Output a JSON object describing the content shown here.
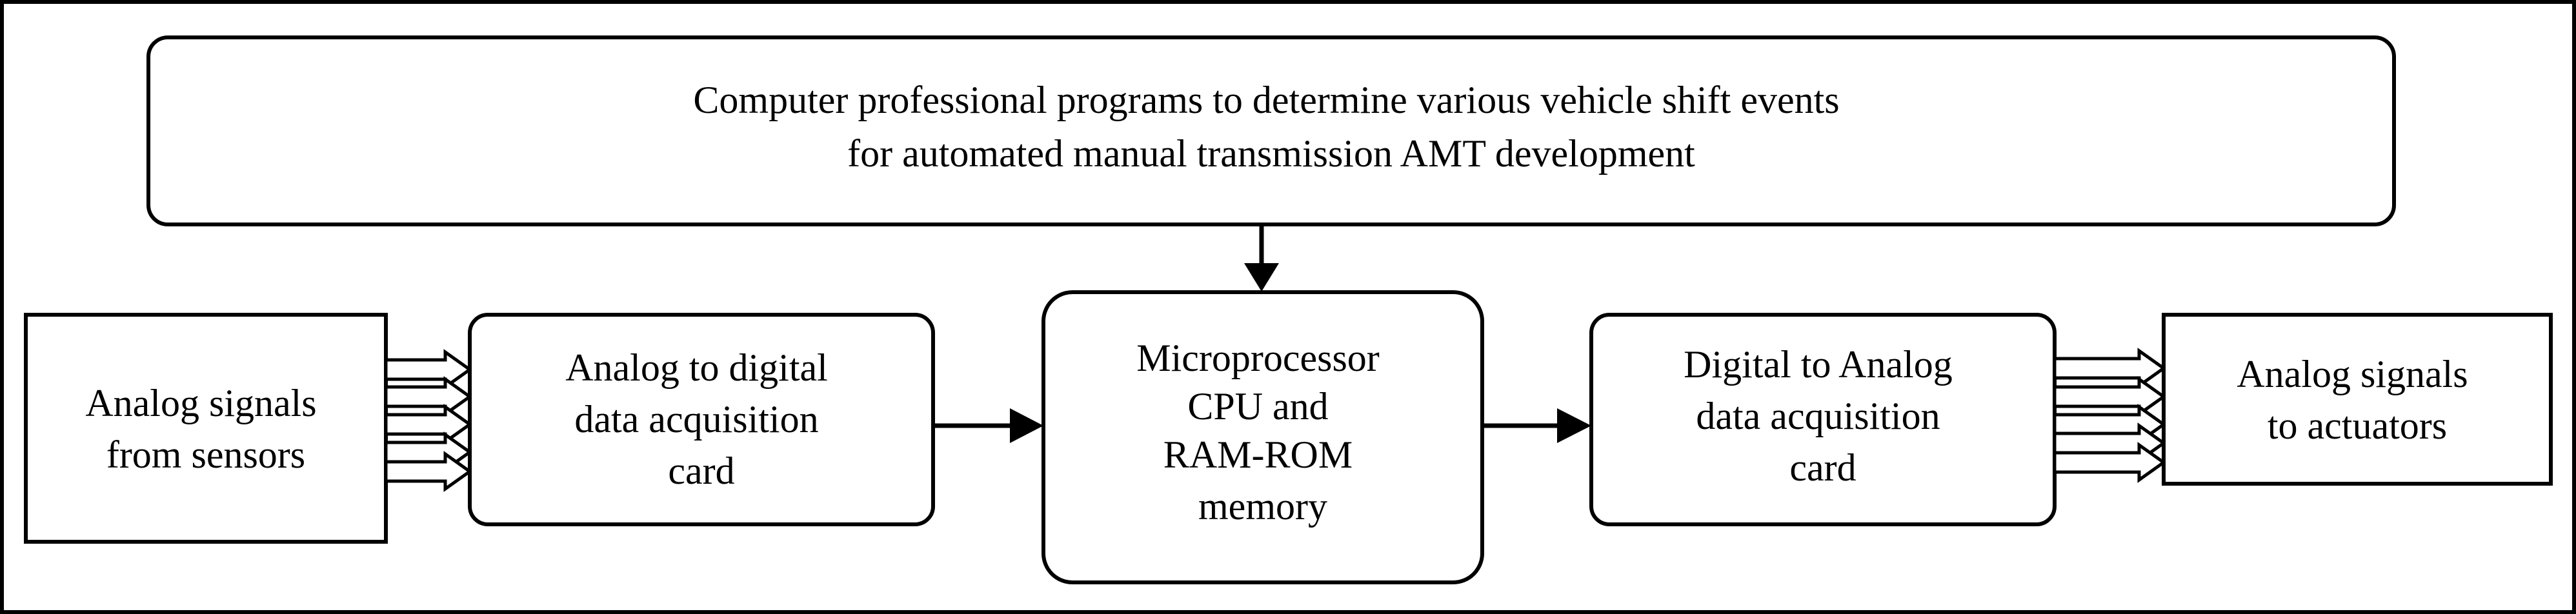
{
  "diagram": {
    "top_box": {
      "lines": [
        "Computer professional programs to determine various vehicle shift events",
        "for automated manual transmission AMT development"
      ]
    },
    "input_box": {
      "lines": [
        "Analog signals",
        "from sensors"
      ]
    },
    "adc_box": {
      "lines": [
        "Analog to digital",
        "data acquisition",
        "card"
      ]
    },
    "cpu_box": {
      "lines": [
        "Microprocessor",
        "CPU and",
        "RAM-ROM",
        "memory"
      ]
    },
    "dac_box": {
      "lines": [
        "Digital to Analog",
        "data acquisition",
        "card"
      ]
    },
    "output_box": {
      "lines": [
        "Analog signals",
        "to actuators"
      ]
    }
  },
  "colors": {
    "stroke": "#000000",
    "background": "#ffffff"
  }
}
